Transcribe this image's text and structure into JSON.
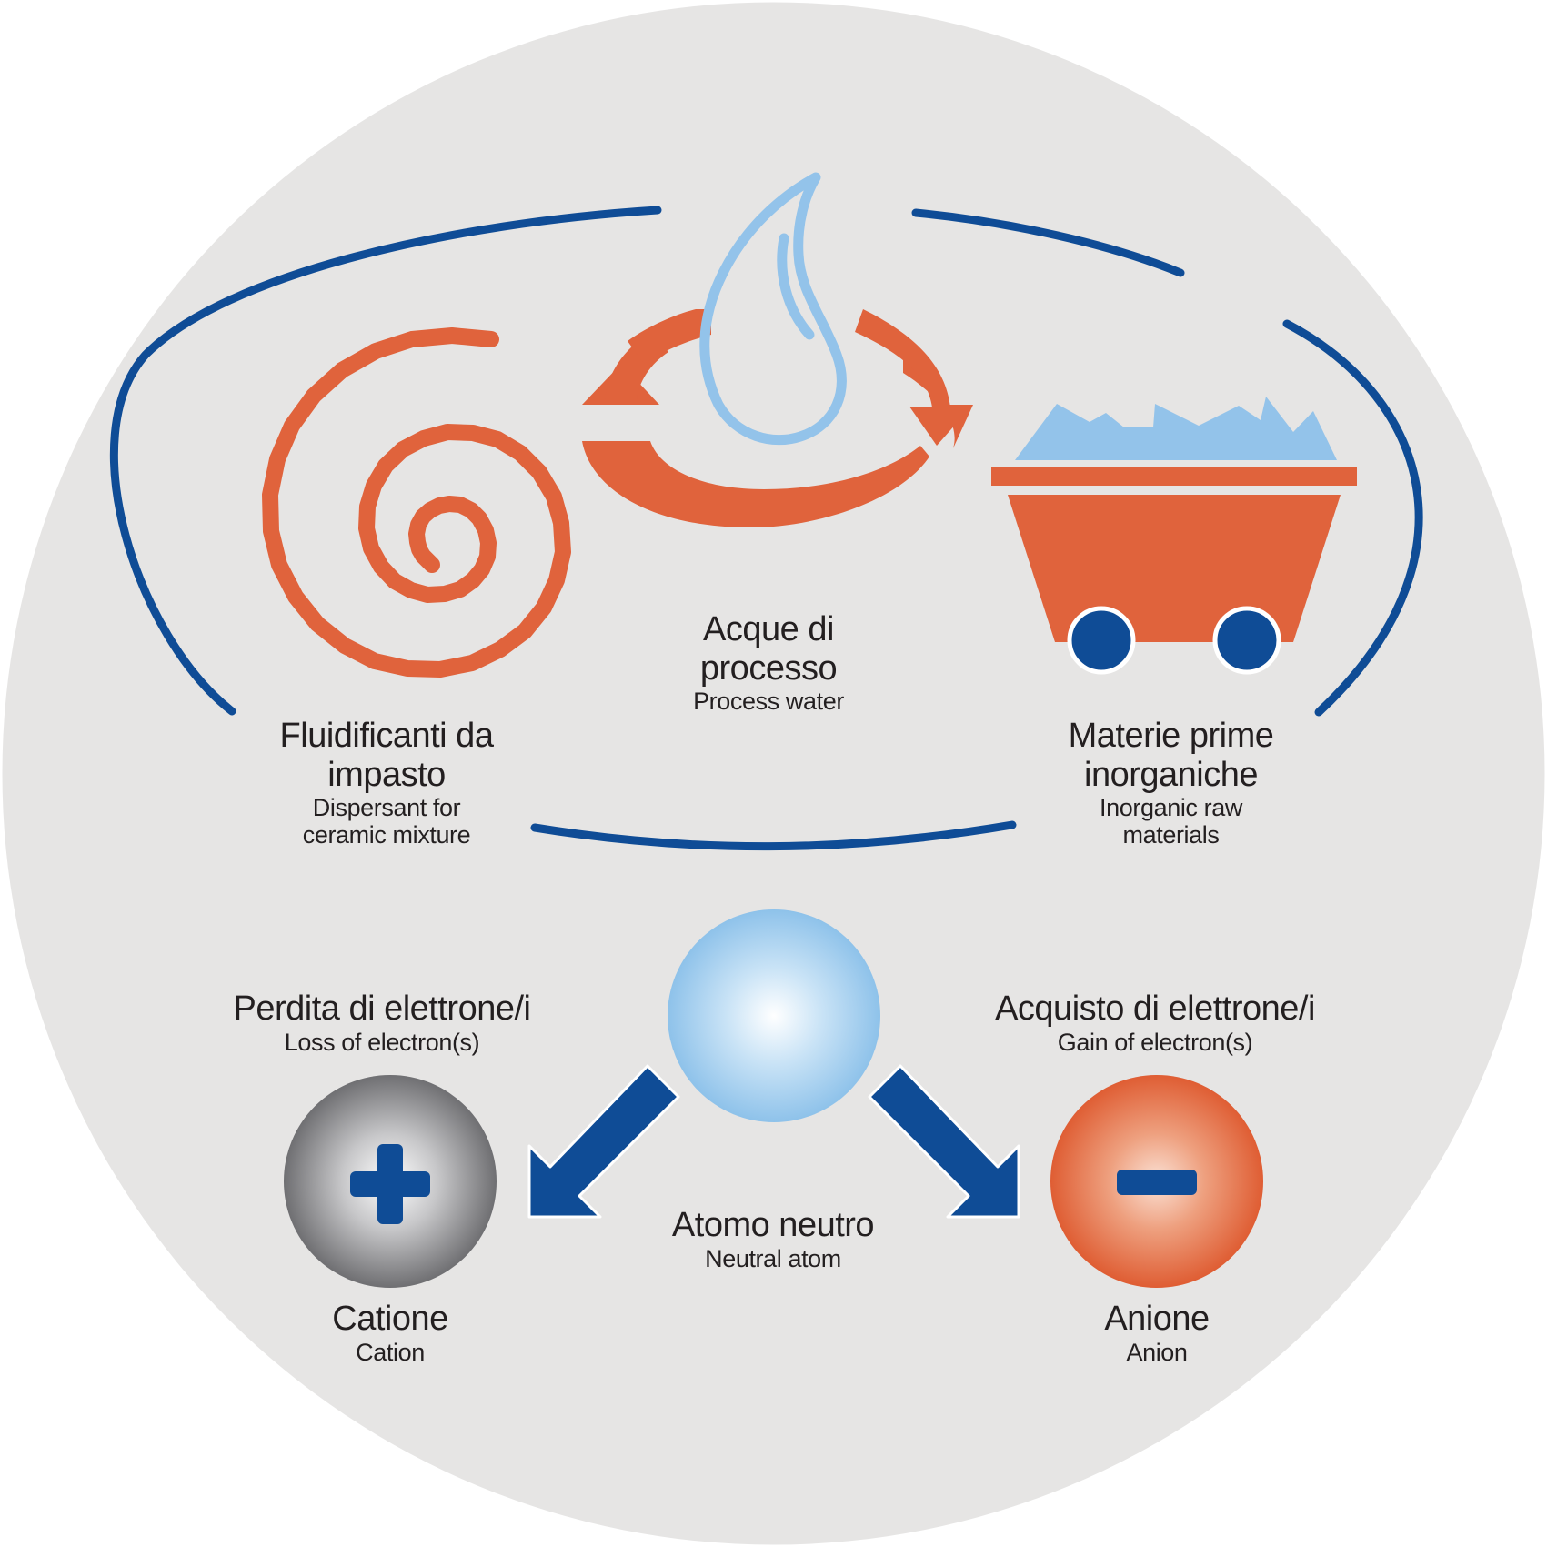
{
  "labels": {
    "fluidificanti": {
      "it_line1": "Fluidificanti da",
      "it_line2": "impasto",
      "en_line1": "Dispersant for",
      "en_line2": "ceramic mixture"
    },
    "acque": {
      "it_line1": "Acque di",
      "it_line2": "processo",
      "en": "Process water"
    },
    "materie": {
      "it_line1": "Materie prime",
      "it_line2": "inorganiche",
      "en_line1": "Inorganic raw",
      "en_line2": "materials"
    },
    "perdita": {
      "it": "Perdita di elettrone/i",
      "en": "Loss of electron(s)"
    },
    "acquisto": {
      "it": "Acquisto di elettrone/i",
      "en": "Gain of electron(s)"
    },
    "atomo": {
      "it": "Atomo neutro",
      "en": "Neutral atom"
    },
    "catione": {
      "it": "Catione",
      "en": "Cation"
    },
    "anione": {
      "it": "Anione",
      "en": "Anion"
    }
  },
  "colors": {
    "background_disc": "#e6e5e4",
    "orange": "#e0633c",
    "dark_blue": "#0f4c96",
    "light_blue": "#93c3ea",
    "gray": "#7a7a7c"
  },
  "icons": {
    "spiral": "spiral-icon",
    "water_drop": "water-drop-icon",
    "cycle_arrows": "cycle-arrows-icon",
    "mine_cart": "mine-cart-icon",
    "neutral_atom": "neutral-atom-sphere",
    "cation": "cation-sphere-plus",
    "anion": "anion-sphere-minus"
  }
}
